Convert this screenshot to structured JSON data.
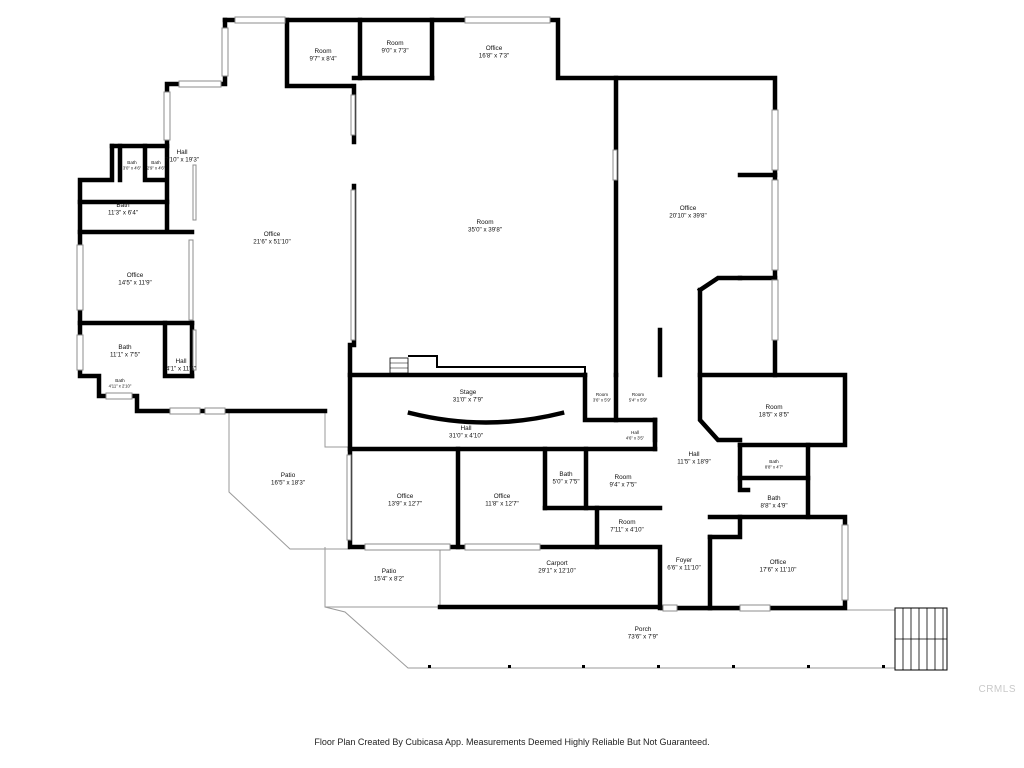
{
  "rooms": [
    {
      "key": "room-top-1",
      "name": "Room",
      "size": "9'7\" x 8'4\"",
      "small": false
    },
    {
      "key": "room-top-2",
      "name": "Room",
      "size": "9'0\" x 7'3\"",
      "small": false
    },
    {
      "key": "office-top",
      "name": "Office",
      "size": "16'8\" x 7'3\"",
      "small": false
    },
    {
      "key": "hall-left",
      "name": "Hall",
      "size": "7'10\" x 19'3\"",
      "small": false
    },
    {
      "key": "bath-tiny-1",
      "name": "Bath",
      "size": "3'0\" x 4'6\"",
      "small": true
    },
    {
      "key": "bath-tiny-2",
      "name": "Bath",
      "size": "2'9\" x 4'6\"",
      "small": true
    },
    {
      "key": "bath-left-1",
      "name": "Bath",
      "size": "11'3\" x 6'4\"",
      "small": false
    },
    {
      "key": "office-big-left",
      "name": "Office",
      "size": "21'6\" x 51'10\"",
      "small": false
    },
    {
      "key": "room-main",
      "name": "Room",
      "size": "35'0\" x 39'8\"",
      "small": false
    },
    {
      "key": "office-right",
      "name": "Office",
      "size": "20'10\" x 39'8\"",
      "small": false
    },
    {
      "key": "office-left",
      "name": "Office",
      "size": "14'5\" x 11'9\"",
      "small": false
    },
    {
      "key": "bath-left-2",
      "name": "Bath",
      "size": "11'1\" x 7'5\"",
      "small": false
    },
    {
      "key": "hall-small",
      "name": "Hall",
      "size": "4'1\" x 11'6\"",
      "small": false
    },
    {
      "key": "bath-left-3",
      "name": "Bath",
      "size": "4'11\" x 2'10\"",
      "small": true
    },
    {
      "key": "stage",
      "name": "Stage",
      "size": "31'0\" x 7'9\"",
      "small": false
    },
    {
      "key": "hall-stage",
      "name": "Hall",
      "size": "31'0\" x 4'10\"",
      "small": false
    },
    {
      "key": "room-small-1",
      "name": "Room",
      "size": "3'6\" x 5'9\"",
      "small": true
    },
    {
      "key": "room-small-2",
      "name": "Room",
      "size": "5'4\" x 5'9\"",
      "small": true
    },
    {
      "key": "hall-tiny",
      "name": "Hall",
      "size": "4'6\" x 3'5\"",
      "small": true
    },
    {
      "key": "room-right-mid",
      "name": "Room",
      "size": "18'5\" x 8'5\"",
      "small": false
    },
    {
      "key": "hall-right",
      "name": "Hall",
      "size": "11'5\" x 18'9\"",
      "small": false
    },
    {
      "key": "bath-right-1",
      "name": "Bath",
      "size": "8'8\" x 4'7\"",
      "small": true
    },
    {
      "key": "bath-right-2",
      "name": "Bath",
      "size": "8'8\" x 4'9\"",
      "small": false
    },
    {
      "key": "patio-left",
      "name": "Patio",
      "size": "16'5\" x 18'3\"",
      "small": false
    },
    {
      "key": "office-mid-1",
      "name": "Office",
      "size": "13'9\" x 12'7\"",
      "small": false
    },
    {
      "key": "office-mid-2",
      "name": "Office",
      "size": "11'8\" x 12'7\"",
      "small": false
    },
    {
      "key": "bath-mid",
      "name": "Bath",
      "size": "5'0\" x 7'5\"",
      "small": false
    },
    {
      "key": "room-mid-1",
      "name": "Room",
      "size": "9'4\" x 7'5\"",
      "small": false
    },
    {
      "key": "room-mid-2",
      "name": "Room",
      "size": "7'11\" x 4'10\"",
      "small": false
    },
    {
      "key": "patio-bottom",
      "name": "Patio",
      "size": "15'4\" x 8'2\"",
      "small": false
    },
    {
      "key": "carport",
      "name": "Carport",
      "size": "29'1\" x 12'10\"",
      "small": false
    },
    {
      "key": "foyer",
      "name": "Foyer",
      "size": "6'6\" x 11'10\"",
      "small": false
    },
    {
      "key": "office-bottom-right",
      "name": "Office",
      "size": "17'6\" x 11'10\"",
      "small": false
    },
    {
      "key": "porch",
      "name": "Porch",
      "size": "73'6\" x 7'9\"",
      "small": false
    }
  ],
  "footer": "Floor Plan Created By Cubicasa App. Measurements Deemed Highly Reliable But Not Guaranteed.",
  "watermark": "CRMLS"
}
